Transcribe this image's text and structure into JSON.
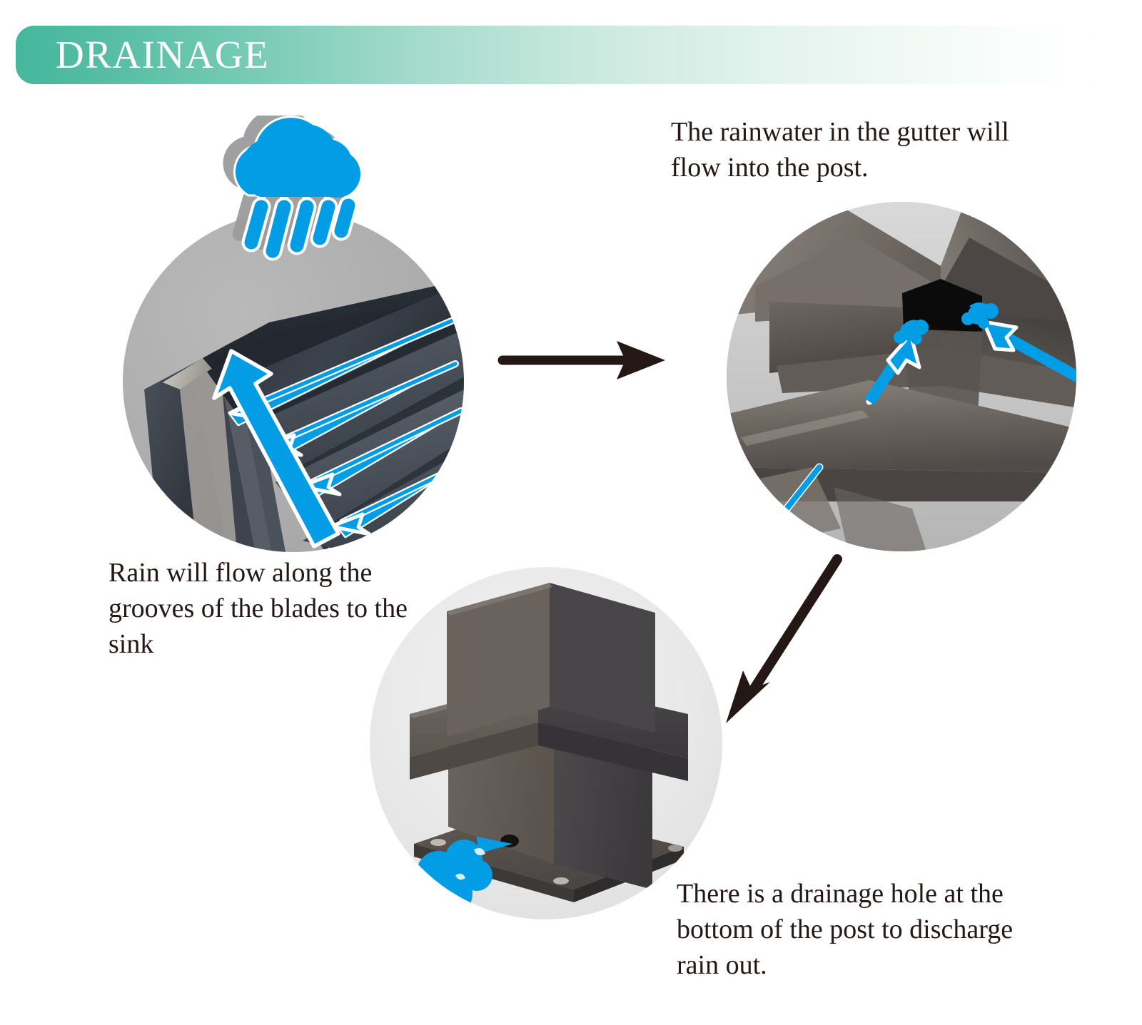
{
  "header": {
    "title": "DRAINAGE",
    "accent_color": "#45b79c",
    "fade_color": "#ffffff",
    "title_color": "#ffffff"
  },
  "theme": {
    "water_blue": "#039de6",
    "arrow_dark": "#231815",
    "text_color": "#231815",
    "panel_gray": "#adadad",
    "blade_dark": "#3a4049"
  },
  "captions": {
    "top_right": "The rainwater in the gutter will flow into the post.",
    "left": "Rain will flow along the grooves of the blades to the sink",
    "bottom_right": "There is a drainage hole at the bottom of the post to discharge rain out."
  },
  "panels": [
    {
      "id": "blades",
      "name": "louvre-blades-photo",
      "alt": "Close-up of angled louvre blades with blue flow arrows running along the grooves toward the gutter",
      "arrows": 5,
      "arrow_color": "#039de6"
    },
    {
      "id": "gutter",
      "name": "gutter-corner-photo",
      "alt": "Corner of the frame gutter showing the opening into the post with blue arrows and water droplets",
      "arrows": 3,
      "arrow_color": "#039de6"
    },
    {
      "id": "post",
      "name": "post-base-photo",
      "alt": "Base of the post with a drainage hole discharging water",
      "arrows": 0,
      "arrow_color": "#039de6"
    }
  ],
  "icons": {
    "rain_cloud": "rain-cloud-icon",
    "connector_1": "arrow-right-icon",
    "connector_2": "arrow-down-left-icon"
  }
}
